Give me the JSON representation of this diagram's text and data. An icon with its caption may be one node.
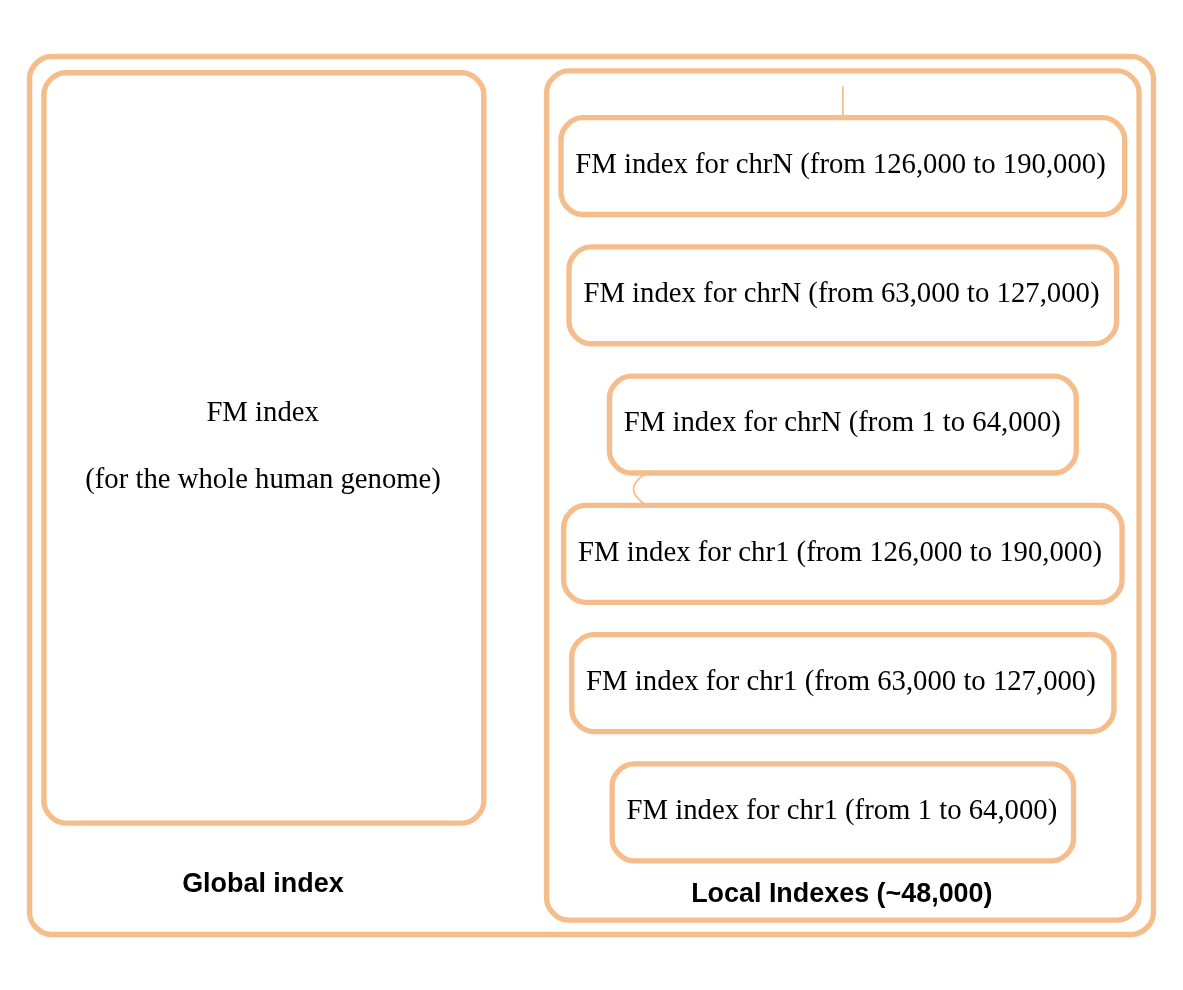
{
  "diagram": {
    "nodes": [
      {
        "text": [],
        "shape": "box"
      },
      {
        "text": [
          "FM index",
          "(for the whole human genome)"
        ],
        "in": 0,
        "beside": [
          "Global index"
        ]
      },
      {
        "text": [
          "Local Indexes (~48,000)"
        ],
        "in": 0
      },
      {
        "text": [
          "FM index for chr1 (from 1 to 64,000)"
        ],
        "in": 2
      },
      {
        "text": [
          "FM index for chr1 (from 63,000 to 127,000)"
        ],
        "in": 2
      },
      {
        "text": [
          "FM index for chr1 (from 126,000 to 190,000)"
        ],
        "in": 2
      },
      {
        "text": [
          "FM index for chrN (from 1 to 64,000)"
        ],
        "in": 2
      },
      {
        "text": [
          "FM index for chrN (from 63,000 to 127,000)"
        ],
        "in": 2
      },
      {
        "text": [
          "FM index for chrN (from 126,000 to 190,000)"
        ],
        "in": 2
      }
    ],
    "edges": [
      {
        "from": 5,
        "to": 6,
        "arrow": "none"
      },
      {
        "from": 8,
        "to": null,
        "arrow": "none"
      }
    ]
  }
}
